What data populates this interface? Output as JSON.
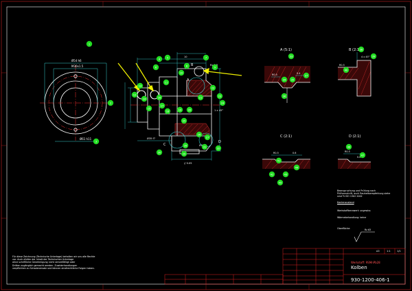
{
  "views": {
    "detail_a": "A (5:1)",
    "detail_b": "B (2:1)",
    "detail_c": "C (2:1)",
    "detail_d": "D (2:1)",
    "label_a": "A",
    "label_b": "B",
    "label_c": "C",
    "label_d": "D"
  },
  "dimensions": {
    "dia_outer_left": "Ø54 h6",
    "dia_inner_left": "M30x1.5",
    "pitch_circle": "Ø61 h11",
    "top_dim": "10",
    "roughness_top": "Rz 2,5",
    "chamfer": "1 x 45°",
    "bottom_dim": "Ø35 f7",
    "bottom_dim2": "Ø20",
    "flatness": "// 0.05",
    "det_a_dim1": "R0.5",
    "det_a_dim2": "0.4",
    "det_b_dim1": "R0.5",
    "det_b_dim2": "4 x 45°",
    "det_c_dim1": "R0.5",
    "det_c_dim2": "0.6",
    "det_d_dim1": "R0.5",
    "det_d_dim2": "0.6"
  },
  "balloons": [
    "1",
    "2",
    "3",
    "4",
    "5",
    "6",
    "7",
    "8",
    "9",
    "10",
    "11",
    "12",
    "13",
    "14",
    "15",
    "16",
    "17",
    "18",
    "19",
    "20",
    "21",
    "22",
    "23",
    "24",
    "25",
    "26",
    "27",
    "28",
    "29",
    "30",
    "31",
    "32",
    "33",
    "34",
    "35",
    "36",
    "37",
    "38",
    "39",
    "40",
    "41",
    "42",
    "43",
    "44",
    "45",
    "46",
    "47"
  ],
  "notes_right": {
    "line1": "Beanspruchung und Prüfung nach",
    "line2": "Prüfvorschrift, auch Rauheitsempfehlung siehe",
    "line3": "sind ½ ISO 1302 2002",
    "line4": "Kantenzustand",
    "line5": "Werkstoffkennwert: ungewiss",
    "line6": "Wärmebehandlung: keine",
    "line7": "Oberfläche:",
    "roughness_general": "Rz 63"
  },
  "notes_left": {
    "line1": "Für diese Zeichnung (Technische Unterlage) behalten wir uns alle Rechte",
    "line2": "vor. Auch dürfen der Inhalt der Technischen Unterlage",
    "line3": "ohne schriftliche Genehmigung nicht vervielfältigt oder",
    "line4": "Dritten zugänglich gemacht werden. Zuwiderhandlungen",
    "line5": "verpflichten zu Schadenersatz und können strafrechtliche Folgen haben."
  },
  "title_block": {
    "title": "Kolben",
    "material": "Werkstoff: 9SMnPb28",
    "drawing_number": "930-1200-406-1",
    "sheet": "1/1",
    "scale": "1:1",
    "format": "A3"
  },
  "colors": {
    "outline": "#ffffff",
    "hatch": "#e03030",
    "dimension": "#39d0d0",
    "balloon": "#22dd22",
    "title_block": "#e02020",
    "annotation": "#f0f000",
    "centerline": "#ff3333"
  }
}
